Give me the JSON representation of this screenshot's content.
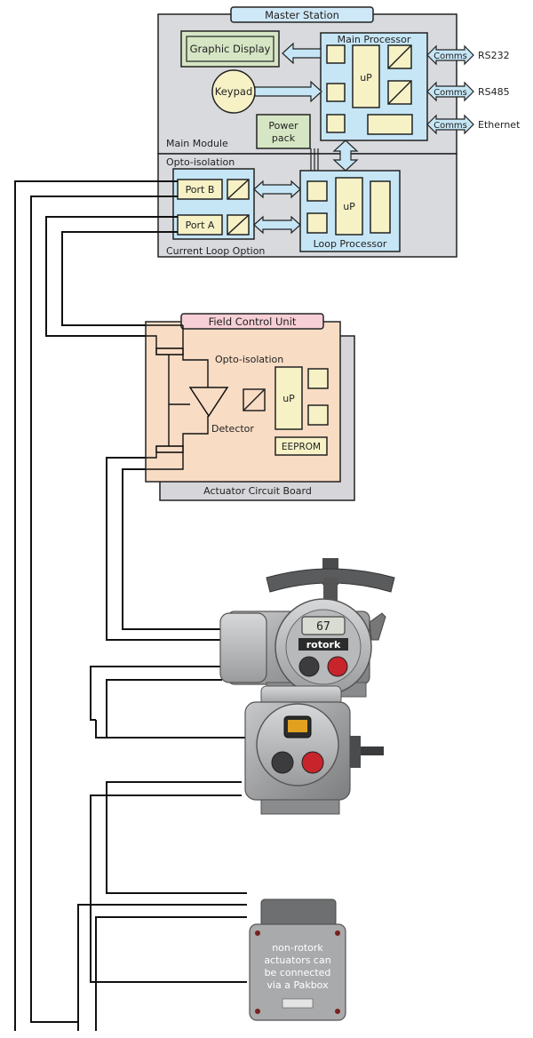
{
  "master_station": {
    "title": "Master Station",
    "graphic_display": "Graphic Display",
    "main_processor": "Main Processor",
    "up": "uP",
    "keypad": "Keypad",
    "power_pack_line1": "Power",
    "power_pack_line2": "pack",
    "main_module": "Main Module",
    "comms": "Comms",
    "ports": [
      "RS232",
      "RS485",
      "Ethernet"
    ]
  },
  "current_loop": {
    "opto_isolation": "Opto-isolation",
    "port_b": "Port B",
    "port_a": "Port A",
    "up": "uP",
    "loop_processor": "Loop Processor",
    "label": "Current Loop Option"
  },
  "field_control": {
    "title": "Field Control Unit",
    "opto_isolation": "Opto-isolation",
    "up": "uP",
    "detector": "Detector",
    "eeprom": "EEPROM",
    "actuator_board": "Actuator Circuit Board"
  },
  "actuator1": {
    "display_value": "67",
    "brand": "rotork"
  },
  "pakbox": {
    "text_lines": [
      "non-rotork",
      "actuators can",
      "be connected",
      "via a Pakbox"
    ]
  },
  "colors": {
    "master_bg": "#d9dade",
    "title_blue": "#cfe8f7",
    "proc_blue": "#c6e6f6",
    "chip": "#f6f2c6",
    "display_green": "#d6e6c4",
    "fcu_bg": "#f9dcc4",
    "fcu_title": "#f7cfd6",
    "board_grey": "#d6d6da",
    "actuator_grey": "#9c9d9f"
  }
}
